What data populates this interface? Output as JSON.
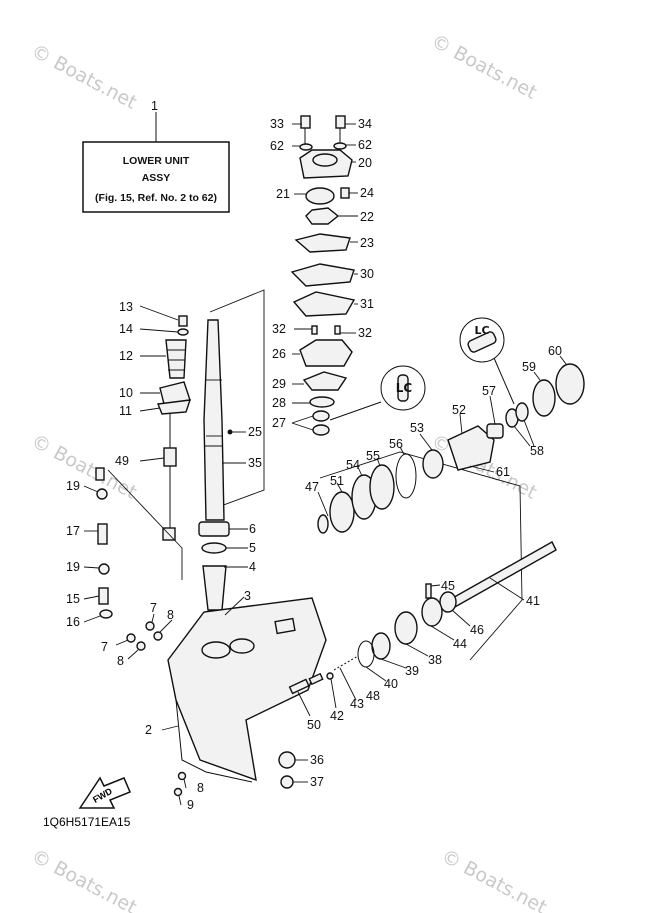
{
  "watermark": "© Boats.net",
  "assembly_box": {
    "line1": "LOWER UNIT",
    "line2": "ASSY",
    "line3": "(Fig. 15, Ref. No. 2 to 62)"
  },
  "diagram_code": "1Q6H5171EA15",
  "fwd_label": "FWD",
  "callouts": [
    "1",
    "2",
    "3",
    "4",
    "5",
    "6",
    "7",
    "7",
    "8",
    "8",
    "8",
    "9",
    "10",
    "11",
    "12",
    "13",
    "14",
    "15",
    "16",
    "17",
    "19",
    "19",
    "20",
    "21",
    "22",
    "23",
    "24",
    "25",
    "26",
    "27",
    "28",
    "29",
    "30",
    "31",
    "32",
    "32",
    "33",
    "34",
    "35",
    "36",
    "37",
    "38",
    "39",
    "40",
    "41",
    "42",
    "43",
    "44",
    "45",
    "46",
    "47",
    "48",
    "49",
    "50",
    "51",
    "52",
    "53",
    "54",
    "55",
    "56",
    "57",
    "58",
    "59",
    "60",
    "61",
    "62",
    "62"
  ]
}
